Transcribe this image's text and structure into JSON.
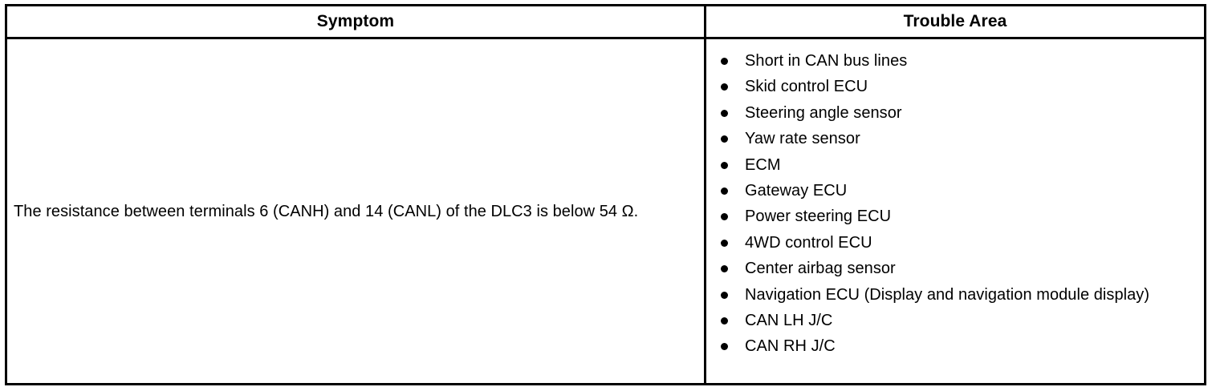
{
  "table": {
    "headers": {
      "symptom": "Symptom",
      "trouble_area": "Trouble Area"
    },
    "row": {
      "symptom": "The resistance between terminals 6 (CANH) and 14 (CANL) of the DLC3 is below 54 Ω.",
      "trouble_area_items": [
        "Short in CAN bus lines",
        "Skid control ECU",
        "Steering angle sensor",
        "Yaw rate sensor",
        "ECM",
        "Gateway ECU",
        "Power steering ECU",
        "4WD control ECU",
        "Center airbag sensor",
        "Navigation ECU (Display and navigation module display)",
        "CAN LH J/C",
        "CAN RH J/C"
      ]
    }
  },
  "style": {
    "border_color": "#000000",
    "text_color": "#000000",
    "background": "#ffffff"
  }
}
